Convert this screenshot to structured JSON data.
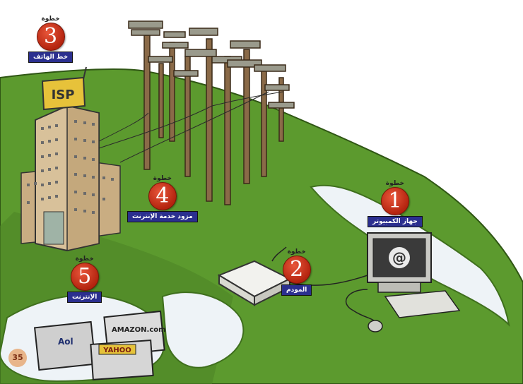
{
  "steps": [
    {
      "word": "خطوة",
      "number": "1",
      "label": "جهاز الكمبيوتر"
    },
    {
      "word": "خطوة",
      "number": "2",
      "label": "المودم"
    },
    {
      "word": "خطوة",
      "number": "3",
      "label": "خط الهاتف"
    },
    {
      "word": "خطوة",
      "number": "4",
      "label": "مزود خدمة الإنترنت"
    },
    {
      "word": "خطوة",
      "number": "5",
      "label": "الإنترنت"
    }
  ],
  "isp_sign": "ISP",
  "screen_symbol": "@",
  "sites": {
    "aol": "Aol",
    "amazon": "AMAZON.com",
    "yahoo": "YAHOO"
  },
  "page_number": "35",
  "colors": {
    "grass": "#5c9a2e",
    "grass_dark": "#3f6f1d",
    "sky": "#dfe9f3",
    "badge": "#c73a1e",
    "label_bg": "#2b2f8f",
    "building": "#d8c19a",
    "pole": "#8a6a48"
  }
}
